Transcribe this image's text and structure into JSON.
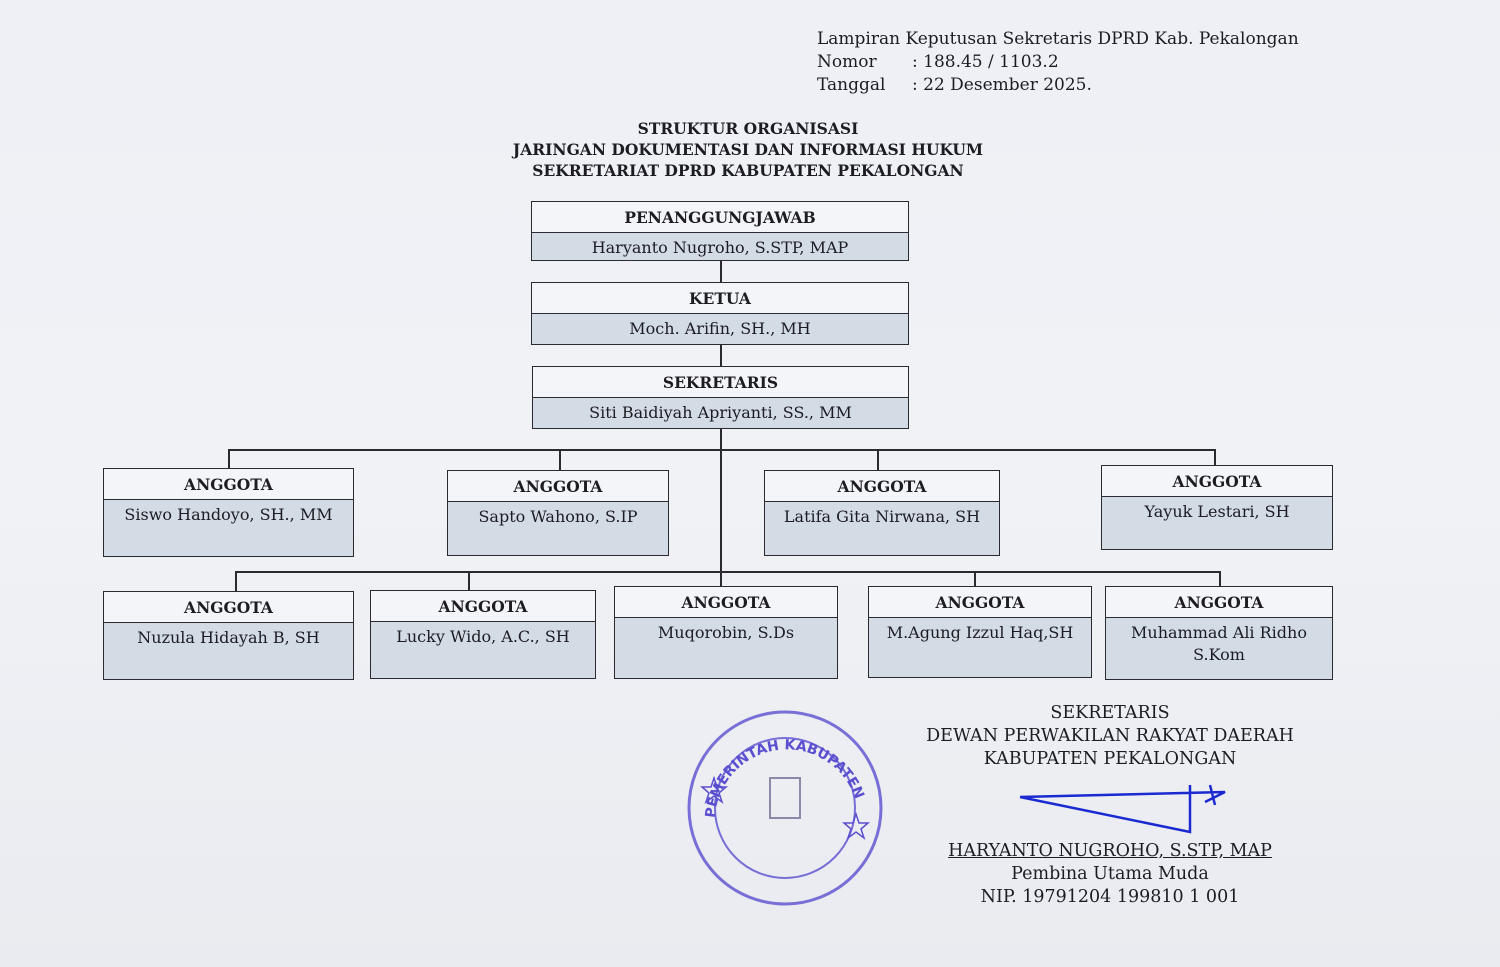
{
  "header": {
    "line1": "Lampiran Keputusan Sekretaris DPRD Kab. Pekalongan",
    "nomor_label": "Nomor",
    "nomor_value": ": 188.45 / 1103.2",
    "tanggal_label": "Tanggal",
    "tanggal_value": ": 22 Desember 2025."
  },
  "title": {
    "line1": "STRUKTUR ORGANISASI",
    "line2": "JARINGAN DOKUMENTASI DAN INFORMASI HUKUM",
    "line3": "SEKRETARIAT DPRD KABUPATEN PEKALONGAN"
  },
  "chart": {
    "penanggungjawab": {
      "role": "PENANGGUNGJAWAB",
      "name": "Haryanto Nugroho, S.STP, MAP"
    },
    "ketua": {
      "role": "KETUA",
      "name": "Moch. Arifin, SH., MH"
    },
    "sekretaris": {
      "role": "SEKRETARIS",
      "name": "Siti Baidiyah Apriyanti, SS., MM"
    },
    "anggota": [
      {
        "role": "ANGGOTA",
        "name": "Siswo Handoyo, SH., MM"
      },
      {
        "role": "ANGGOTA",
        "name": "Sapto Wahono, S.IP"
      },
      {
        "role": "ANGGOTA",
        "name": "Latifa Gita Nirwana, SH"
      },
      {
        "role": "ANGGOTA",
        "name": "Yayuk Lestari, SH"
      },
      {
        "role": "ANGGOTA",
        "name": "Nuzula Hidayah B, SH"
      },
      {
        "role": "ANGGOTA",
        "name": "Lucky Wido, A.C., SH"
      },
      {
        "role": "ANGGOTA",
        "name": "Muqorobin, S.Ds"
      },
      {
        "role": "ANGGOTA",
        "name": "M.Agung Izzul Haq,SH"
      },
      {
        "role": "ANGGOTA",
        "name": "Muhammad Ali Ridho S.Kom"
      }
    ]
  },
  "signature": {
    "position1": "SEKRETARIS",
    "position2": "DEWAN PERWAKILAN RAKYAT DAERAH",
    "position3": "KABUPATEN PEKALONGAN",
    "name": "HARYANTO NUGROHO, S.STP, MAP",
    "rank": "Pembina Utama Muda",
    "nip": "NIP. 19791204 199810 1 001",
    "stamp_text": "PEMERINTAH KABUPATEN",
    "stamp_color": "#4a3fc0"
  }
}
